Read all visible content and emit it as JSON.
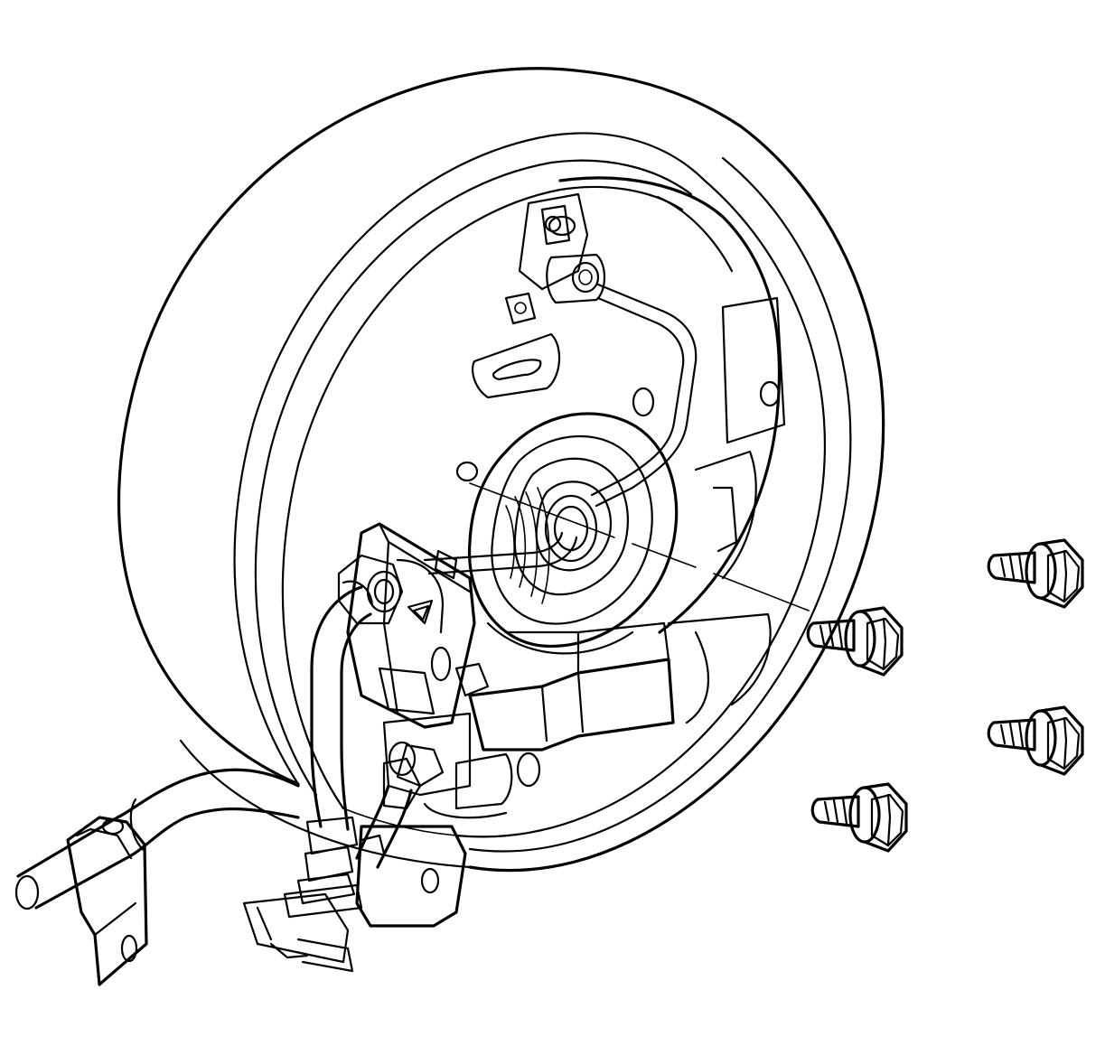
{
  "colors": {
    "line": "#000000",
    "background": "#ffffff"
  },
  "components": {
    "brake_drum": "brake-drum",
    "backing_plate": "brake-backing-plate",
    "brake_line": "brake-pipe",
    "wheel_cylinder": "wheel-cylinder",
    "flex_hose": "brake-hose",
    "mounting_bracket": "hose-bracket",
    "axle_tube": "axle-tube",
    "bolts": [
      "bolt-1",
      "bolt-2",
      "bolt-3",
      "bolt-4"
    ]
  }
}
